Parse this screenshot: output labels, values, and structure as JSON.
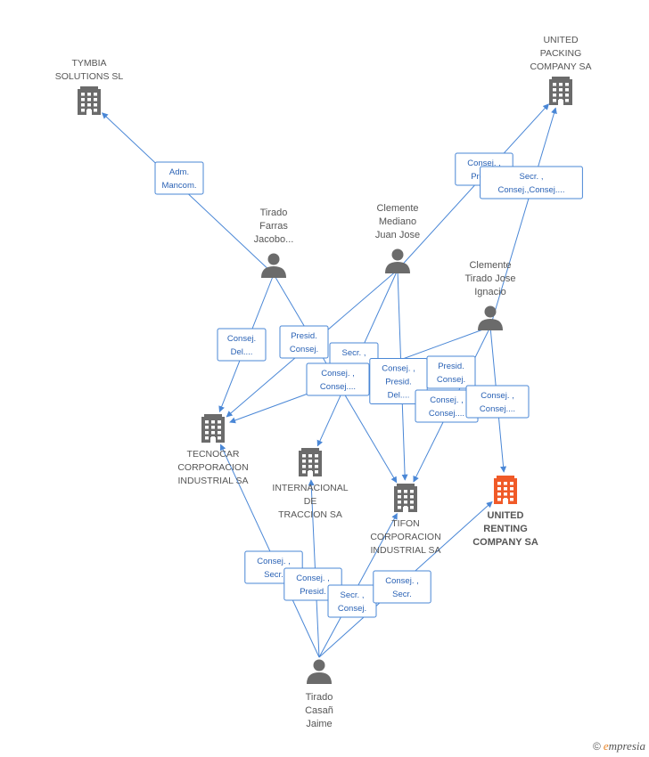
{
  "colors": {
    "edge": "#4a87d6",
    "label_text": "#2a62b5",
    "node_gray": "#6b6b6b",
    "highlight": "#f05a28"
  },
  "nodes": [
    {
      "id": "tymbia",
      "type": "company",
      "lines": [
        "TYMBIA",
        "SOLUTIONS SL"
      ],
      "label_pos": "above"
    },
    {
      "id": "united_packing",
      "type": "company",
      "lines": [
        "UNITED",
        "PACKING",
        "COMPANY SA"
      ],
      "label_pos": "above"
    },
    {
      "id": "tirado_farras",
      "type": "person",
      "lines": [
        "Tirado",
        "Farras",
        "Jacobo..."
      ],
      "label_pos": "above"
    },
    {
      "id": "clemente_mediano",
      "type": "person",
      "lines": [
        "Clemente",
        "Mediano",
        "Juan Jose"
      ],
      "label_pos": "above"
    },
    {
      "id": "clemente_tirado",
      "type": "person",
      "lines": [
        "Clemente",
        "Tirado Jose",
        "Ignacio"
      ],
      "label_pos": "above"
    },
    {
      "id": "tecnocar",
      "type": "company",
      "lines": [
        "TECNOCAR",
        "CORPORACION",
        "INDUSTRIAL SA"
      ],
      "label_pos": "below"
    },
    {
      "id": "internacional",
      "type": "company",
      "lines": [
        "INTERNACIONAL",
        "DE",
        "TRACCION SA"
      ],
      "label_pos": "below"
    },
    {
      "id": "tifon",
      "type": "company",
      "lines": [
        "TIFON",
        "CORPORACION",
        "INDUSTRIAL SA"
      ],
      "label_pos": "below"
    },
    {
      "id": "united_renting",
      "type": "company",
      "main": true,
      "lines": [
        "UNITED",
        "RENTING",
        "COMPANY SA"
      ],
      "label_pos": "below"
    },
    {
      "id": "tirado_casan",
      "type": "person",
      "lines": [
        "Tirado",
        "Casañ",
        "Jaime"
      ],
      "label_pos": "below"
    }
  ],
  "relations": [
    {
      "from": "tirado_farras",
      "to": "tymbia",
      "lines": [
        "Adm.",
        "Mancom."
      ]
    },
    {
      "from": "clemente_mediano",
      "to": "united_packing",
      "lines": [
        "Consej. ,",
        "Presid."
      ]
    },
    {
      "from": "clemente_tirado",
      "to": "united_packing",
      "lines": [
        "Secr. ,",
        "Consej.,Consej...."
      ]
    },
    {
      "from": "tirado_farras",
      "to": "tecnocar",
      "lines": [
        "Consej.",
        "Del...."
      ]
    },
    {
      "from": "clemente_mediano",
      "to": "tecnocar",
      "lines": [
        "Presid.",
        "Consej."
      ]
    },
    {
      "from": "tirado_farras",
      "to": "tifon",
      "lines": [
        "Secr. ,",
        "Consej."
      ]
    },
    {
      "from": "clemente_mediano",
      "to": "internacional",
      "lines": [
        "Consej. ,",
        "Consej...."
      ]
    },
    {
      "from": "clemente_tirado",
      "to": "tecnocar",
      "lines": [
        "Consej. ,",
        "Presid.",
        "Del...."
      ]
    },
    {
      "from": "clemente_mediano",
      "to": "tifon",
      "lines": [
        "Presid.",
        "Consej."
      ]
    },
    {
      "from": "clemente_tirado",
      "to": "tifon",
      "lines": [
        "Consej. ,",
        "Consej...."
      ]
    },
    {
      "from": "clemente_tirado",
      "to": "united_renting",
      "lines": [
        "Consej. ,",
        "Consej...."
      ]
    },
    {
      "from": "tirado_casan",
      "to": "tecnocar",
      "lines": [
        "Consej. ,",
        "Secr."
      ]
    },
    {
      "from": "tirado_casan",
      "to": "internacional",
      "lines": [
        "Consej. ,",
        "Presid."
      ]
    },
    {
      "from": "tirado_casan",
      "to": "tifon",
      "lines": [
        "Secr. ,",
        "Consej."
      ]
    },
    {
      "from": "tirado_casan",
      "to": "united_renting",
      "lines": [
        "Consej. ,",
        "Secr."
      ]
    }
  ],
  "footer": {
    "copyright_symbol": "©",
    "brand_initial": "e",
    "brand_rest": "mpresia"
  }
}
